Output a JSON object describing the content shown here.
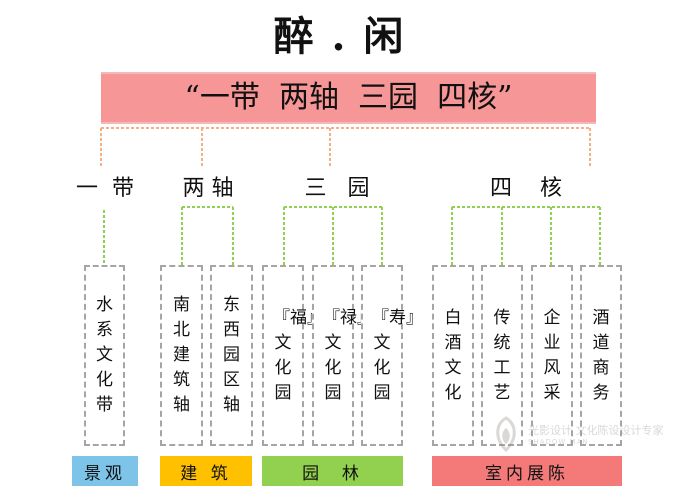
{
  "title": "醉 . 闲",
  "banner": "“一带  两轴  三园  四核”",
  "categories": {
    "yidai": "一  带",
    "liangzhou": "两 轴",
    "sanyuan": "三   园",
    "sihe": "四    核"
  },
  "boxes": {
    "b1": "水系文化带",
    "b2": "南北建筑轴",
    "b3": "东西园区轴",
    "b4": "『福』文化园",
    "b5": "『禄』文化园",
    "b6": "『寿』文化园",
    "b7": "白酒文化",
    "b8": "传统工艺",
    "b9": "企业风采",
    "b10": "酒道商务"
  },
  "bottom_labels": {
    "jingguan": "景观",
    "jianzhu": "建 筑",
    "yuanlin": "园  林",
    "shinei": "室内展陈"
  },
  "colors": {
    "banner": "#f79696",
    "orange_connector": "#f5b183",
    "green_connector": "#92d050",
    "jingguan": "#7ec4e8",
    "jianzhu": "#ffc000",
    "yuanlin": "#92d050",
    "shinei": "#f47a7a"
  },
  "watermark": {
    "brand": "光影设计",
    "line1": "文化陈设设计专家",
    "line2": "SHADOW MAN"
  }
}
